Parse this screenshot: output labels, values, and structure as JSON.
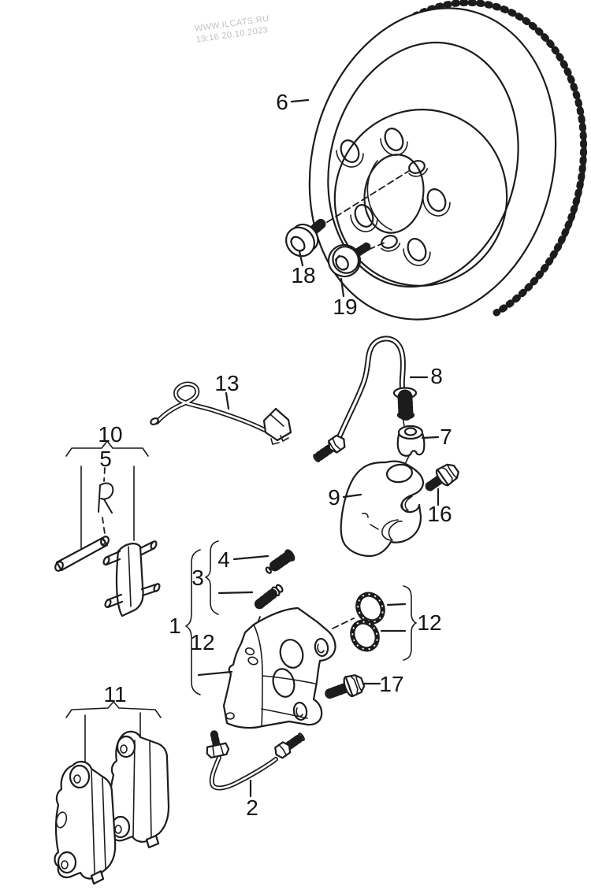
{
  "watermark": {
    "line1": "WWW.ILCATS.RU",
    "line2": "19:16 20.10.2023"
  },
  "diagram": {
    "kind": "exploded-parts-diagram",
    "subject": "brake disc, caliper, pads and hoses"
  },
  "callouts": [
    {
      "part": "6",
      "label": "6"
    },
    {
      "part": "18",
      "label": "18"
    },
    {
      "part": "19",
      "label": "19"
    },
    {
      "part": "13",
      "label": "13"
    },
    {
      "part": "8",
      "label": "8"
    },
    {
      "part": "7",
      "label": "7"
    },
    {
      "part": "9",
      "label": "9"
    },
    {
      "part": "16",
      "label": "16"
    },
    {
      "part": "10",
      "label": "10"
    },
    {
      "part": "5",
      "label": "5"
    },
    {
      "part": "1",
      "label": "1"
    },
    {
      "part": "3",
      "label": "3"
    },
    {
      "part": "4",
      "label": "4"
    },
    {
      "part": "12",
      "label": "12"
    },
    {
      "part": "12",
      "label": "12"
    },
    {
      "part": "17",
      "label": "17"
    },
    {
      "part": "2",
      "label": "2"
    },
    {
      "part": "11",
      "label": "11"
    }
  ],
  "colors": {
    "line": "#1c1c1c",
    "label": "#141414",
    "watermark": "#c0c0c0",
    "background": "#ffffff"
  }
}
